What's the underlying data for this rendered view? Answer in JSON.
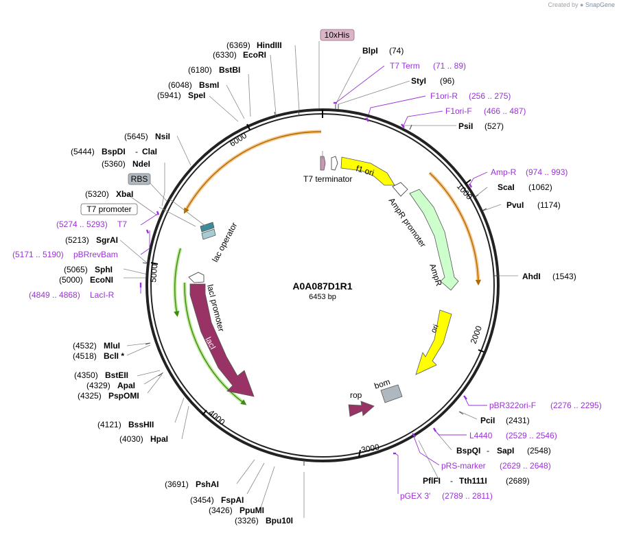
{
  "credit": {
    "prefix": "Created by",
    "brand": "SnapGene"
  },
  "plasmid": {
    "name": "A0A087D1R1",
    "size": "6453 bp"
  },
  "ticks": [
    "1000",
    "2000",
    "3000",
    "4000",
    "5000",
    "6000"
  ],
  "boxed_labels": {
    "his": "10xHis",
    "rbs": "RBS",
    "t7promoter": "T7 promoter"
  },
  "feature_labels": {
    "t7_terminator": "T7 terminator",
    "f1_ori": "f1 ori",
    "ampr_promoter": "AmpR promoter",
    "ampr": "AmpR",
    "ori": "ori",
    "rop": "rop",
    "bom": "bom",
    "laci": "lacI",
    "laci_promoter": "lacI promoter",
    "lac_operator": "lac operator"
  },
  "enzymes_right": [
    {
      "name": "BlpI",
      "pos": "(74)"
    },
    {
      "name": "StyI",
      "pos": "(96)"
    },
    {
      "name": "PsiI",
      "pos": "(527)"
    },
    {
      "name": "ScaI",
      "pos": "(1062)"
    },
    {
      "name": "PvuI",
      "pos": "(1174)"
    },
    {
      "name": "AhdI",
      "pos": "(1543)"
    },
    {
      "name": "PciI",
      "pos": "(2431)"
    },
    {
      "name": "BspQI",
      "name2": "SapI",
      "pos": "(2548)"
    },
    {
      "name": "PflFI",
      "name2": "Tth111I",
      "pos": "(2689)"
    }
  ],
  "primers_right": [
    {
      "name": "T7 Term",
      "pos": "(71 .. 89)"
    },
    {
      "name": "F1ori-R",
      "pos": "(256 .. 275)"
    },
    {
      "name": "F1ori-F",
      "pos": "(466 .. 487)"
    },
    {
      "name": "Amp-R",
      "pos": "(974 .. 993)"
    },
    {
      "name": "pBR322ori-F",
      "pos": "(2276 .. 2295)"
    },
    {
      "name": "L4440",
      "pos": "(2529 .. 2546)"
    },
    {
      "name": "pRS-marker",
      "pos": "(2629 .. 2648)"
    },
    {
      "name": "pGEX 3'",
      "pos": "(2789 .. 2811)"
    }
  ],
  "enzymes_left": [
    {
      "name": "HindIII",
      "pos": "(6369)"
    },
    {
      "name": "EcoRI",
      "pos": "(6330)"
    },
    {
      "name": "BstBI",
      "pos": "(6180)"
    },
    {
      "name": "BsmI",
      "pos": "(6048)"
    },
    {
      "name": "SpeI",
      "pos": "(5941)"
    },
    {
      "name": "NsiI",
      "pos": "(5645)"
    },
    {
      "name": "BspDI",
      "name2": "ClaI",
      "pos": "(5444)"
    },
    {
      "name": "NdeI",
      "pos": "(5360)"
    },
    {
      "name": "XbaI",
      "pos": "(5320)"
    },
    {
      "name": "SgrAI",
      "pos": "(5213)"
    },
    {
      "name": "SphI",
      "pos": "(5065)"
    },
    {
      "name": "EcoNI",
      "pos": "(5000)"
    },
    {
      "name": "MluI",
      "pos": "(4532)"
    },
    {
      "name": "BclI *",
      "pos": "(4518)"
    },
    {
      "name": "BstEII",
      "pos": "(4350)"
    },
    {
      "name": "ApaI",
      "pos": "(4329)"
    },
    {
      "name": "PspOMI",
      "pos": "(4325)"
    },
    {
      "name": "BssHII",
      "pos": "(4121)"
    },
    {
      "name": "HpaI",
      "pos": "(4030)"
    },
    {
      "name": "PshAI",
      "pos": "(3691)"
    },
    {
      "name": "FspAI",
      "pos": "(3454)"
    },
    {
      "name": "PpuMI",
      "pos": "(3426)"
    },
    {
      "name": "Bpu10I",
      "pos": "(3326)"
    }
  ],
  "primers_left": [
    {
      "name": "T7",
      "pos": "(5274 .. 5293)"
    },
    {
      "name": "pBRrevBam",
      "pos": "(5171 .. 5190)"
    },
    {
      "name": "LacI-R",
      "pos": "(4849 .. 4868)"
    }
  ],
  "colors": {
    "backbone": "#222222",
    "primer": "#9b30d9",
    "f1_ori": "#ffff00",
    "ori": "#ffff00",
    "ampr": "#ccffcc",
    "laci": "#993366",
    "rop": "#993366",
    "bom": "#b0b8bf",
    "orange_arc": "#f0a030",
    "green_arc": "#6abf2a",
    "his_box": "#dcb4c8"
  }
}
